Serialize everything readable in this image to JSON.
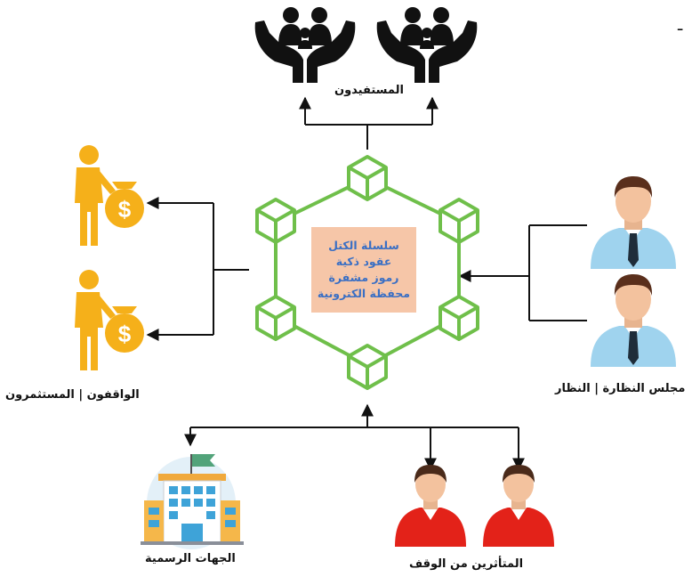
{
  "center": {
    "lines": [
      "سلسلة الكتل",
      "عقود ذكية",
      "رموز مشفرة",
      "محفظة الكترونية"
    ]
  },
  "labels": {
    "beneficiaries": "المستفيدون",
    "endowers_investors": "الواقفون | المستثمرون",
    "board_supervisors": "مجلس النظارة | النظار",
    "official_bodies": "الجهات الرسمية",
    "affected": "المتأثرين من الوقف",
    "corner_glyph": "ـ"
  },
  "icons": [
    "hands-family-icon",
    "investor-moneybag-icon",
    "businessman-icon",
    "government-building-icon",
    "person-red-icon",
    "blockchain-cube-icon"
  ],
  "colors": {
    "chain_green": "#6fbf4a",
    "center_box": "#f6c6a8",
    "center_text": "#3a6fc4",
    "investor_gold": "#f5b01a",
    "person_red": "#e32219",
    "shirt_blue": "#9fd3ee"
  }
}
